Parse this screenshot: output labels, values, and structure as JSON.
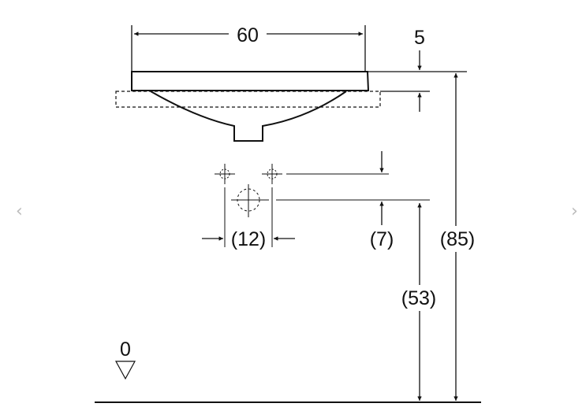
{
  "navigation": {
    "prev_icon": "‹",
    "next_icon": "›"
  },
  "drawing": {
    "width_label": "60",
    "rim_label": "5",
    "tap_spacing_label": "(12)",
    "tap_offset_label": "(7)",
    "drain_height_label": "(53)",
    "total_height_label": "(85)",
    "floor_label": "0"
  }
}
